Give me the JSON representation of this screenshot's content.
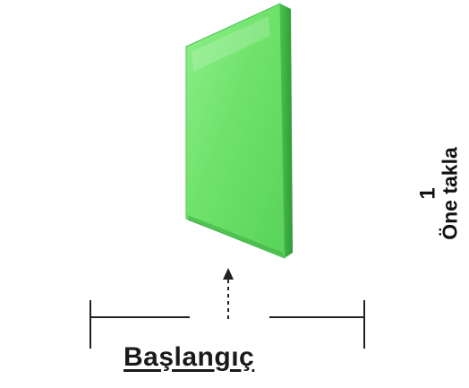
{
  "start_label": "Başlangıç",
  "move": {
    "number": "1",
    "name": "Öne takla"
  },
  "colors": {
    "mat": "#6ee06c",
    "mat_edge": "#3fae44",
    "line": "#222222"
  },
  "icons": [
    "direction-arrow-icon",
    "gymnastics-mat-icon"
  ]
}
